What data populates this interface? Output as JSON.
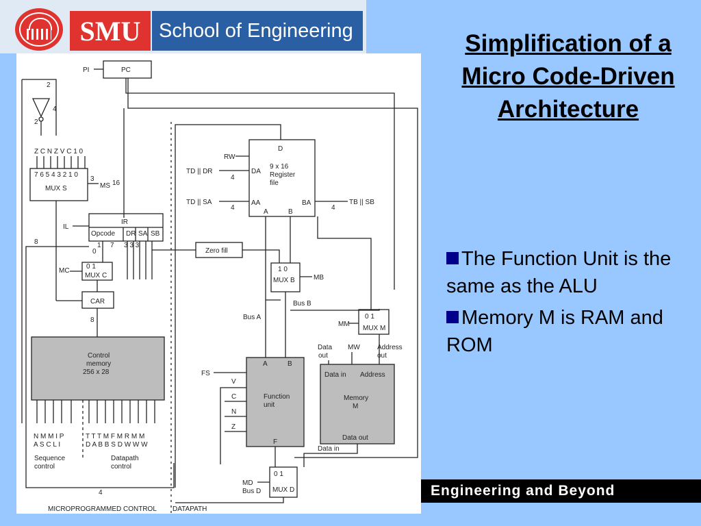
{
  "header": {
    "seal_icon": "smu-seal-icon",
    "smu": "SMU",
    "school": "School of Engineering"
  },
  "title": "Simplification of a Micro Code-Driven Architecture",
  "bullets": [
    "The Function Unit is the same as the ALU",
    "Memory M is RAM and ROM"
  ],
  "footer": "Engineering and Beyond",
  "diagram": {
    "pi": "PI",
    "pc": "PC",
    "two_a": "2",
    "four_a": "4",
    "two_b": "2",
    "flags": "Z C N Z V C 1 0",
    "flag_bits": "7 6 5 4 3 2 1 0",
    "mux_s": "MUX S",
    "three_ms": "3",
    "ms": "MS",
    "sixteen": "16",
    "ir": "IR",
    "il": "IL",
    "opcode": "Opcode",
    "dr": "DR",
    "sa": "SA",
    "sb": "SB",
    "eight_a": "8",
    "one_bit": "1",
    "seven_bit": "7",
    "zero_bit": "0",
    "threes": "3  3  3",
    "mc": "MC",
    "mux_c_in": "0     1",
    "mux_c": "MUX C",
    "car": "CAR",
    "eight_b": "8",
    "cm1": "Control",
    "cm2": "memory",
    "cm3": "256 x 28",
    "seq_fields": "N M M I P",
    "seq_fields2": "A S C L I",
    "dp_fields": "T T T M F M R M M",
    "dp_fields2": "D A B B S D W W W",
    "seq_ctrl1": "Sequence",
    "seq_ctrl2": "control",
    "dp_ctrl1": "Datapath",
    "dp_ctrl2": "control",
    "four_b": "4",
    "micro_ctrl": "MICROPROGRAMMED CONTROL",
    "datapath": "DATAPATH",
    "rw": "RW",
    "d": "D",
    "td_dr": "TD || DR",
    "da": "DA",
    "four_c": "4",
    "rf1": "9 x 16",
    "rf2": "Register",
    "rf3": "file",
    "td_sa": "TD || SA",
    "aa": "AA",
    "four_d": "4",
    "ba": "BA",
    "tb_sb": "TB || SB",
    "four_e": "4",
    "port_a": "A",
    "port_b": "B",
    "zero_fill": "Zero fill",
    "mux_b_in": "1   0",
    "mux_b": "MUX B",
    "mb": "MB",
    "bus_b": "Bus B",
    "bus_a": "Bus A",
    "mm": "MM",
    "mux_m_in": "0   1",
    "mux_m": "MUX M",
    "data_out": "Data",
    "data_out2": "out",
    "mw": "MW",
    "addr_out": "Address",
    "addr_out2": "out",
    "fs": "FS",
    "fu_a": "A",
    "fu_b": "B",
    "v": "V",
    "c": "C",
    "n": "N",
    "z": "Z",
    "fu1": "Function",
    "fu2": "unit",
    "f": "F",
    "data_in": "Data in",
    "address": "Address",
    "mem1": "Memory",
    "mem2": "M",
    "mem_data_out": "Data out",
    "data_in2": "Data in",
    "md": "MD",
    "bus_d": "Bus D",
    "mux_d_in": "0    1",
    "mux_d": "MUX D"
  }
}
